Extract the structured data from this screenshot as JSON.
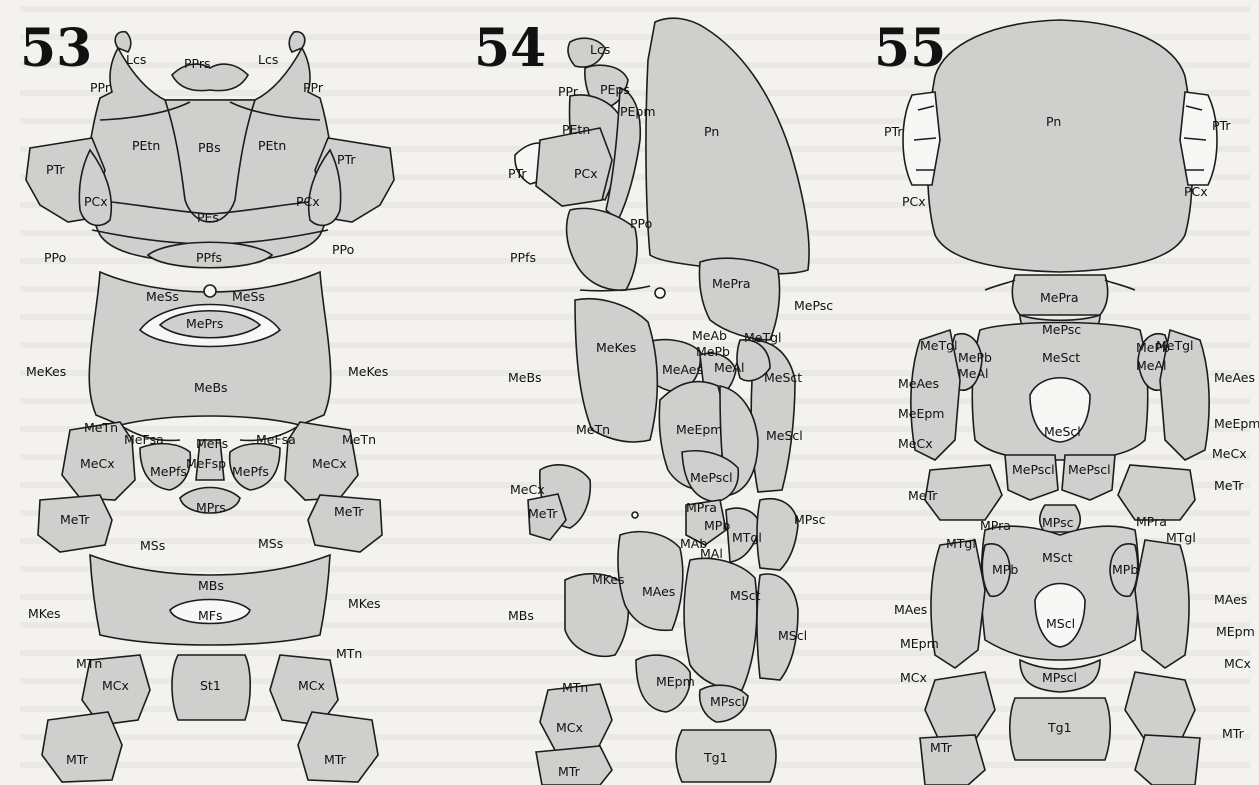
{
  "panels": [
    {
      "number": "53",
      "labels": [
        "Lcs",
        "PPrs",
        "Lcs",
        "PPr",
        "PPr",
        "PBs",
        "PEtn",
        "PEtn",
        "PTr",
        "PTr",
        "PCx",
        "PCx",
        "PEs",
        "PPo",
        "PPo",
        "PPfs",
        "MeSs",
        "MeSs",
        "MePrs",
        "MeKes",
        "MeKes",
        "MeBs",
        "MeTn",
        "MeTn",
        "MeFsa",
        "MeFs",
        "MeFsa",
        "MeFsp",
        "MeCx",
        "MeCx",
        "MePfs",
        "MePfs",
        "MPrs",
        "MeTr",
        "MeTr",
        "MSs",
        "MSs",
        "MBs",
        "MKes",
        "MKes",
        "MFs",
        "MTn",
        "MTn",
        "MCx",
        "MCx",
        "St1",
        "MTr",
        "MTr"
      ]
    },
    {
      "number": "54",
      "labels": [
        "Lcs",
        "PPr",
        "PEps",
        "PEtn",
        "PEpm",
        "Pn",
        "PTr",
        "PCx",
        "PPo",
        "PPfs",
        "MePra",
        "MePsc",
        "MeAb",
        "MePb",
        "MeTgl",
        "MeKes",
        "MeBs",
        "MeAes",
        "MeAl",
        "MeSct",
        "MeTn",
        "MeEpm",
        "MeScl",
        "MeCx",
        "MeTr",
        "MePscl",
        "MPra",
        "MPsc",
        "MPb",
        "MAb",
        "MTgl",
        "MAl",
        "MKes",
        "MAes",
        "MSct",
        "MBs",
        "MScl",
        "MEpm",
        "MTn",
        "MPscl",
        "MCx",
        "Tg1",
        "MTr"
      ]
    },
    {
      "number": "55",
      "labels": [
        "Pn",
        "PTr",
        "PTr",
        "PCx",
        "PCx",
        "MePra",
        "MePsc",
        "MeTgl",
        "MeTgl",
        "MePb",
        "MePb",
        "MeAl",
        "MeAl",
        "MeSct",
        "MeAes",
        "MeAes",
        "MeEpm",
        "MeEpm",
        "MeScl",
        "MeCx",
        "MeCx",
        "MePscl",
        "MePscl",
        "MeTr",
        "MeTr",
        "MPra",
        "MPra",
        "MPsc",
        "MTgl",
        "MTgl",
        "MSct",
        "MPb",
        "MPb",
        "MAes",
        "MAes",
        "MScl",
        "MEpm",
        "MEpm",
        "MCx",
        "MCx",
        "MPscl",
        "Tg1",
        "MTr",
        "MTr"
      ]
    }
  ]
}
